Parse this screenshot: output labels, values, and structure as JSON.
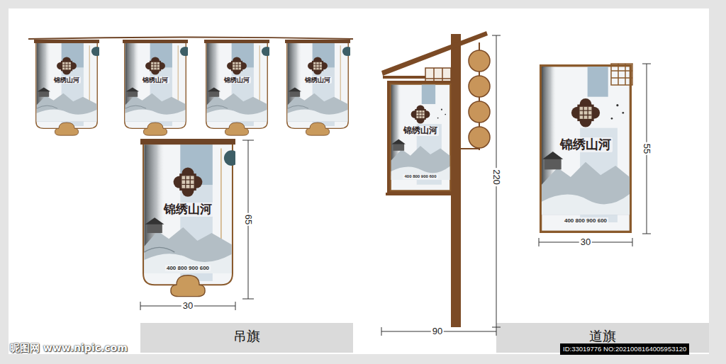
{
  "diagram": {
    "nodes": [
      {
        "text": [
          "锦绣山河"
        ]
      },
      {
        "text": [
          "锦绣山河"
        ]
      },
      {
        "text": [
          "锦绣山河"
        ]
      },
      {
        "text": [
          "锦绣山河"
        ]
      },
      {
        "text": [
          "锦绣山河",
          "400 800 900 600"
        ]
      },
      {
        "text": [
          "锦绣山河",
          "400 800 900 600"
        ]
      },
      {
        "text": [
          "锦绣山河",
          "400 800 900 600"
        ]
      },
      {
        "text": [
          "吊旗"
        ]
      },
      {
        "text": [
          "道旗"
        ]
      }
    ],
    "labels": [
      "65",
      "30",
      "220",
      "90",
      "55",
      "30",
      "昵图网 www.nipic.com",
      "ID:33019776 NO:2021008164005953120"
    ]
  }
}
